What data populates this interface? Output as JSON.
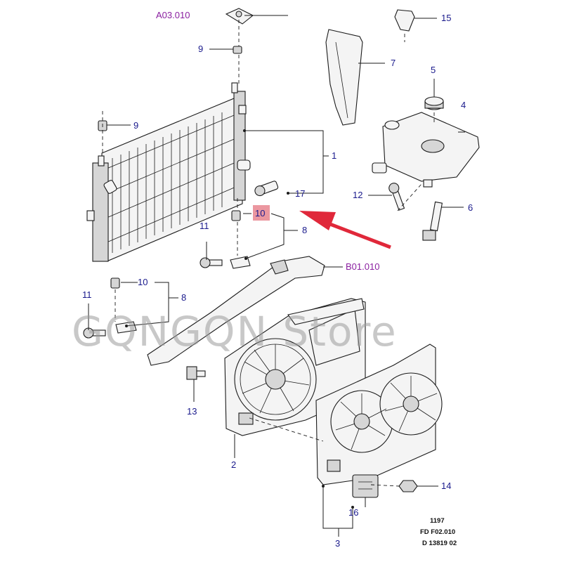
{
  "callouts": {
    "c1": "1",
    "c2": "2",
    "c3": "3",
    "c4": "4",
    "c5": "5",
    "c6": "6",
    "c7": "7",
    "c8a": "8",
    "c8b": "8",
    "c9a": "9",
    "c9b": "9",
    "c10a": "10",
    "c10b": "10",
    "c11a": "11",
    "c11b": "11",
    "c12": "12",
    "c13": "13",
    "c14": "14",
    "c15": "15",
    "c16": "16",
    "c17": "17"
  },
  "references": {
    "top": "A03.010",
    "bracket": "B01.010"
  },
  "footer": {
    "line1": "1197",
    "line2": "FD F02.010",
    "line3": "D 13819 02"
  },
  "watermark": "GQNGQN Store",
  "colors": {
    "label": "#1a1a8c",
    "reference": "#8a1fa0",
    "highlight": "#e8858f",
    "arrow": "#e0283a"
  }
}
